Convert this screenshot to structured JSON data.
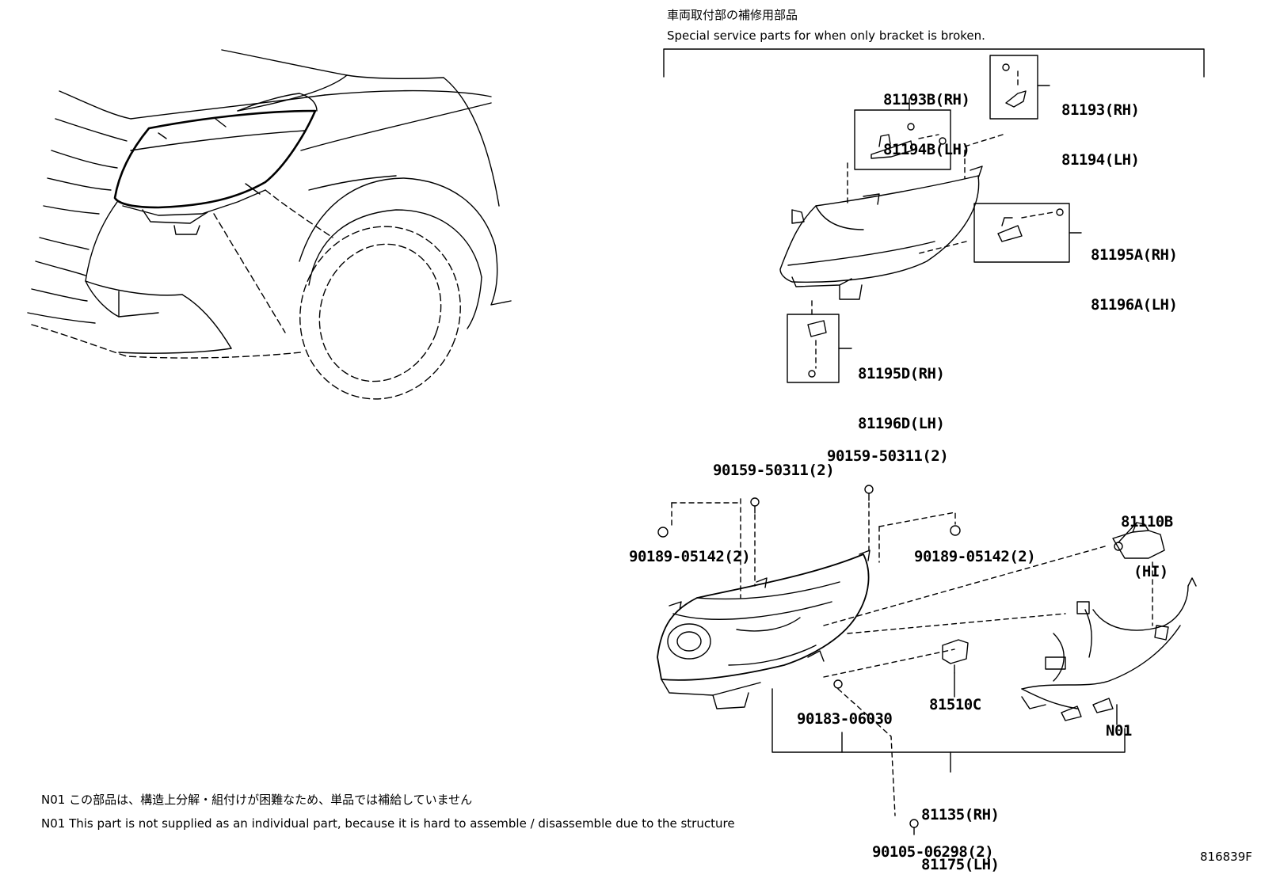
{
  "header": {
    "title_jp": "車両取付部の補修用部品",
    "title_en": "Special service parts for when only bracket is broken."
  },
  "parts": {
    "p81193B": [
      "81193B(RH)",
      "81194B(LH)"
    ],
    "p81193": [
      "81193(RH)",
      "81194(LH)"
    ],
    "p81195A": [
      "81195A(RH)",
      "81196A(LH)"
    ],
    "p81195D": [
      "81195D(RH)",
      "81196D(LH)"
    ],
    "p90159_left": "90159-50311(2)",
    "p90159_right": "90159-50311(2)",
    "p90189_left": "90189-05142(2)",
    "p90189_right": "90189-05142(2)",
    "p81110B": [
      "81110B",
      "(HI)"
    ],
    "p81510C": "81510C",
    "pN01": "N01",
    "p90183": "90183-06030",
    "p81135": [
      "81135(RH)",
      "81175(LH)"
    ],
    "p90105": "90105-06298(2)"
  },
  "notes": {
    "jp": "N01 この部品は、構造上分解・組付けが困難なため、単品では補給していません",
    "en": "N01 This part is not supplied as an individual part, because it is hard to assemble / disassemble due to the structure"
  },
  "figure_id": "816839F"
}
